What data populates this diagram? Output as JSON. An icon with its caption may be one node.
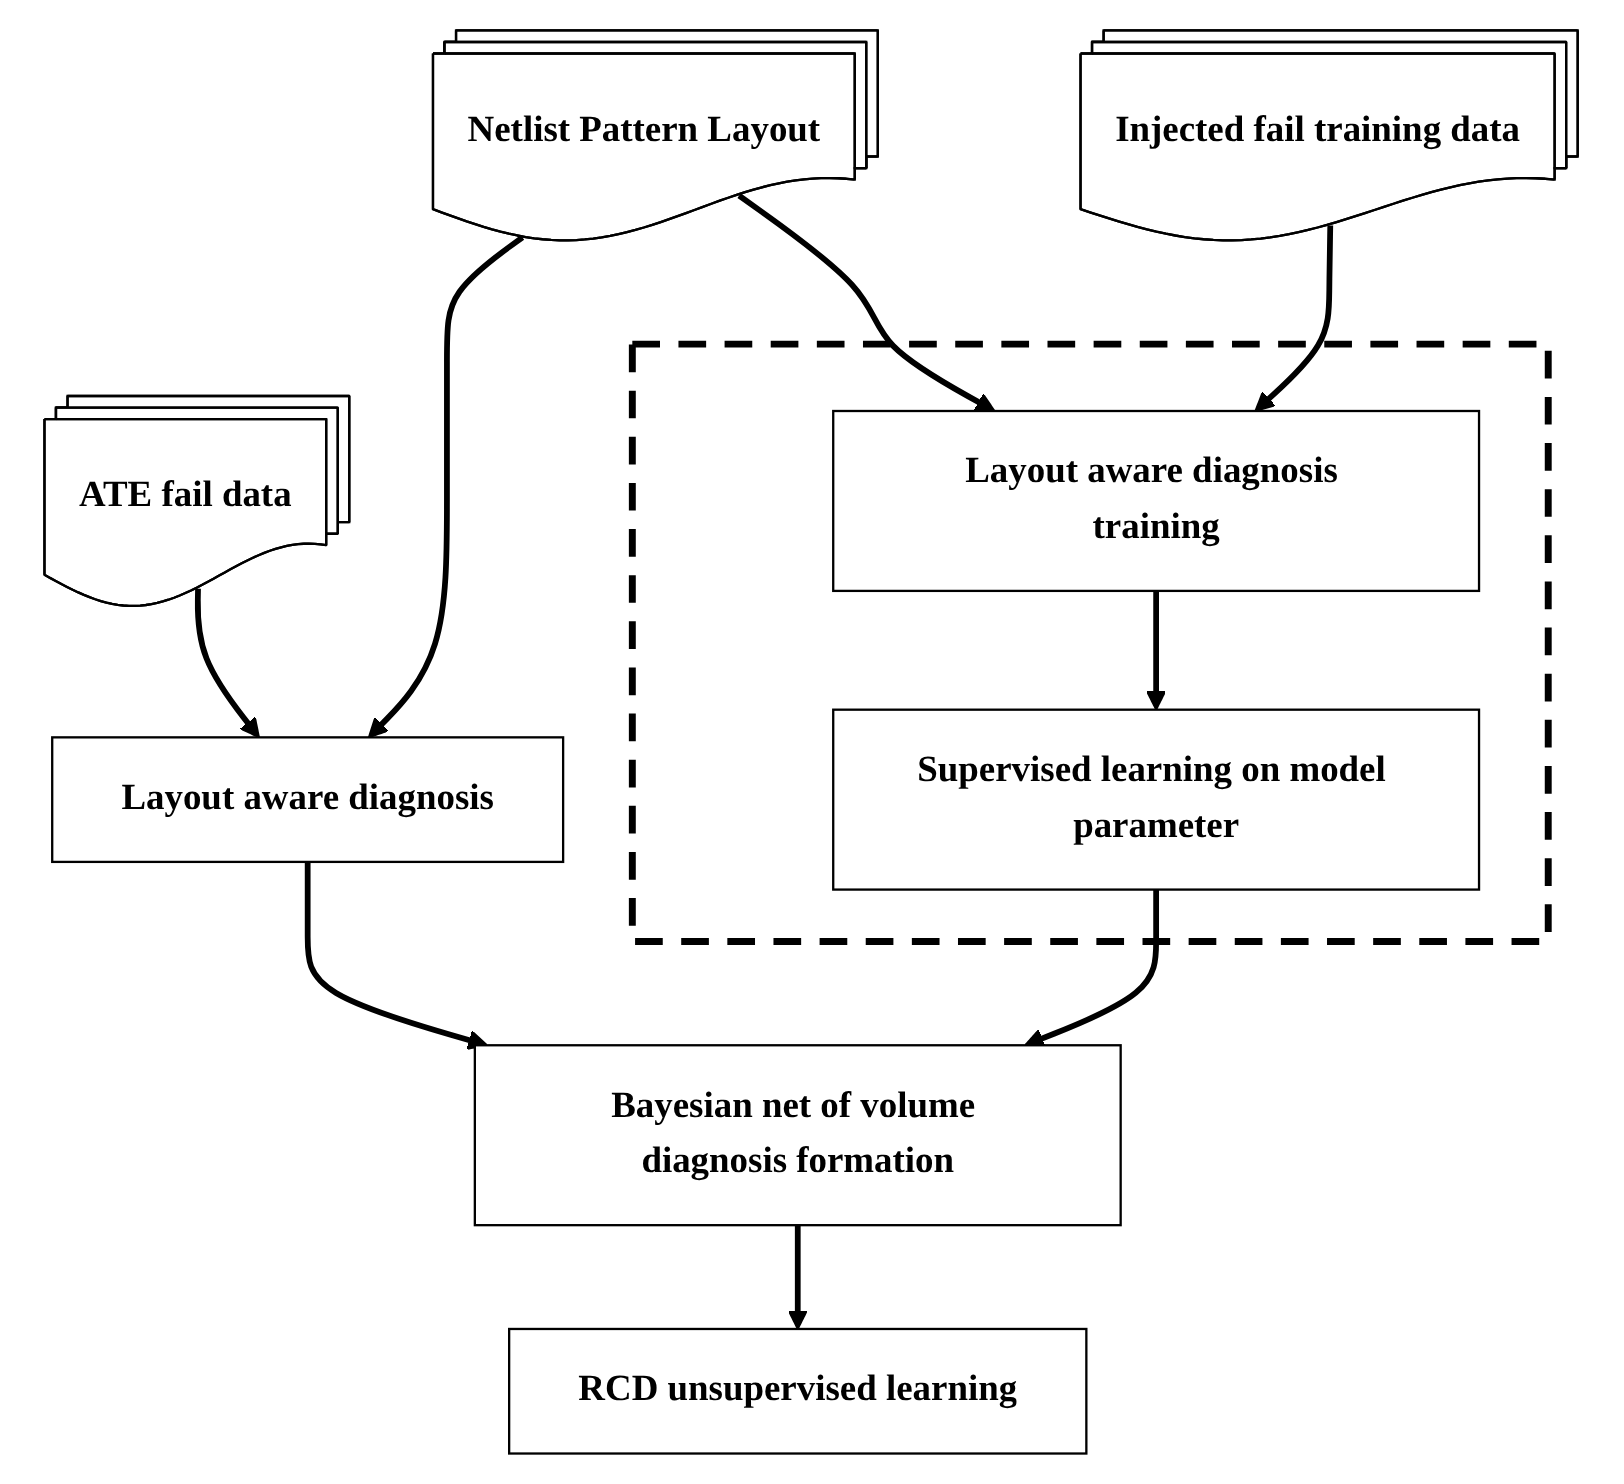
{
  "diagram": {
    "nodes": [
      {
        "text": [
          "ATE fail data"
        ]
      },
      {
        "text": [
          "Netlist Pattern Layout"
        ]
      },
      {
        "text": [
          "Injected fail training data"
        ]
      },
      {
        "text": [
          "Layout aware diagnosis"
        ]
      },
      {
        "text": [],
        "shape": "box"
      },
      {
        "text": [
          "Layout aware diagnosis training"
        ],
        "in": 4
      },
      {
        "text": [
          "Supervised learning on model parameter"
        ],
        "in": 4
      },
      {
        "text": [
          "Bayesian net of volume diagnosis formation"
        ]
      },
      {
        "text": [
          "RCD unsupervised learning"
        ]
      }
    ],
    "edges": [
      {
        "from": 0,
        "to": 3,
        "arrow": "to"
      },
      {
        "from": 1,
        "to": 3,
        "arrow": "to"
      },
      {
        "from": 1,
        "to": 5,
        "arrow": "to"
      },
      {
        "from": 2,
        "to": 5,
        "arrow": "to"
      },
      {
        "from": 5,
        "to": 6,
        "arrow": "to"
      },
      {
        "from": 3,
        "to": 7,
        "arrow": "to"
      },
      {
        "from": 6,
        "to": 7,
        "arrow": "to"
      },
      {
        "from": 7,
        "to": 8,
        "arrow": "to"
      }
    ]
  }
}
